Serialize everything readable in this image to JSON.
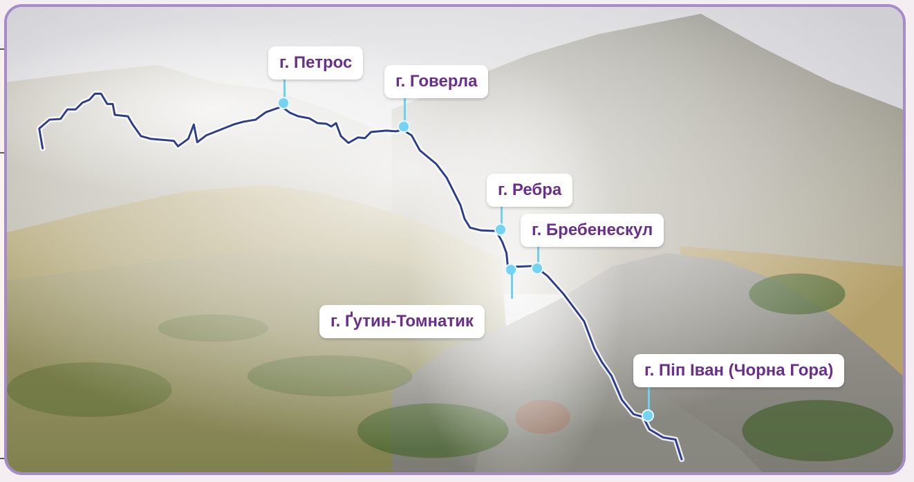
{
  "peaks": [
    {
      "id": "petros",
      "label": "г. Петрос"
    },
    {
      "id": "hoverla",
      "label": "г. Говерла"
    },
    {
      "id": "rebra",
      "label": "г. Ребра"
    },
    {
      "id": "brebeneskul",
      "label": "г. Бребенескул"
    },
    {
      "id": "gutyn",
      "label": "г. Ґутин-Томнатик"
    },
    {
      "id": "pip-ivan",
      "label": "г. Піп Іван (Чорна Гора)"
    }
  ],
  "colors": {
    "frame": "#a58bc7",
    "ridge_line": "#2e3e8f",
    "marker": "#74d3f2",
    "label_text": "#6a2f8a"
  }
}
